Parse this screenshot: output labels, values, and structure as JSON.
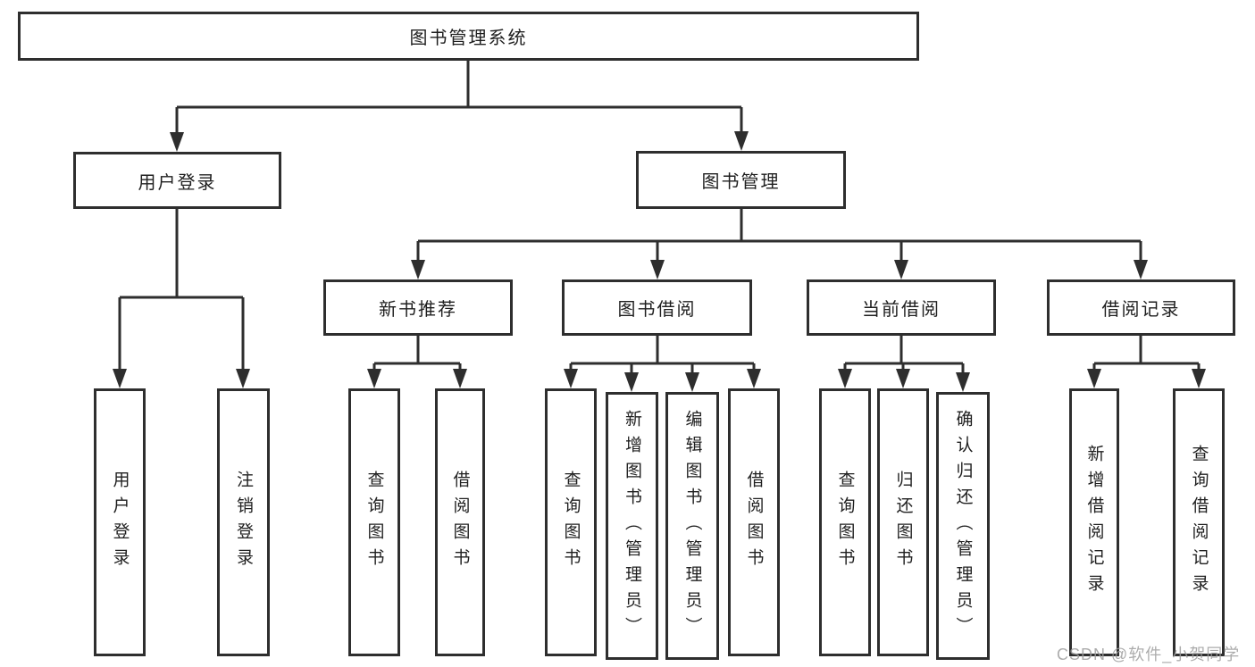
{
  "diagram": {
    "title": "图书管理系统",
    "level2": [
      {
        "label": "用户登录"
      },
      {
        "label": "图书管理"
      }
    ],
    "level3": [
      {
        "label": "新书推荐"
      },
      {
        "label": "图书借阅"
      },
      {
        "label": "当前借阅"
      },
      {
        "label": "借阅记录"
      }
    ],
    "leaves": {
      "user_login": [
        "用户登录",
        "注销登录"
      ],
      "new_book": [
        "查询图书",
        "借阅图书"
      ],
      "book_borrow": [
        "查询图书",
        "新增图书（管理员）",
        "编辑图书（管理员）",
        "借阅图书"
      ],
      "current_borrow": [
        "查询图书",
        "归还图书",
        "确认归还（管理员）"
      ],
      "borrow_records": [
        "新增借阅记录",
        "查询借阅记录"
      ]
    }
  },
  "watermark": {
    "text": "CSDN @软件_小贺同学"
  },
  "colors": {
    "line": "#2e2e2e",
    "text": "#1f1f1f",
    "watermark": "#9e9e9e",
    "background": "#ffffff"
  }
}
